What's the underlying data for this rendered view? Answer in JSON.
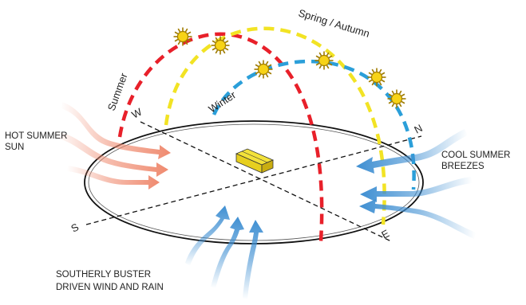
{
  "paths": {
    "summer": {
      "label": "Summer",
      "color": "#e8202a"
    },
    "spring_autumn": {
      "label": "Spring / Autumn",
      "color": "#f2e324"
    },
    "winter": {
      "label": "Winter",
      "color": "#2b9fd9"
    }
  },
  "compass": {
    "w": "W",
    "n": "N",
    "e": "E",
    "s": "S"
  },
  "annotations": {
    "hot_sun_line1": "HOT SUMMER",
    "hot_sun_line2": "SUN",
    "cool_line1": "COOL SUMMER",
    "cool_line2": "BREEZES",
    "southerly_line1": "SOUTHERLY BUSTER",
    "southerly_line2": "DRIVEN WIND AND RAIN"
  },
  "colors": {
    "sun_fill": "#f7d317",
    "sun_stroke": "#a07c00",
    "hot_arrow": "#ef8a6f",
    "cool_arrow": "#3f8fd2",
    "house": "#f3e23a"
  },
  "icons": [
    "sun-icon",
    "house-icon",
    "wind-arrow-icon",
    "heat-arrow-icon"
  ]
}
